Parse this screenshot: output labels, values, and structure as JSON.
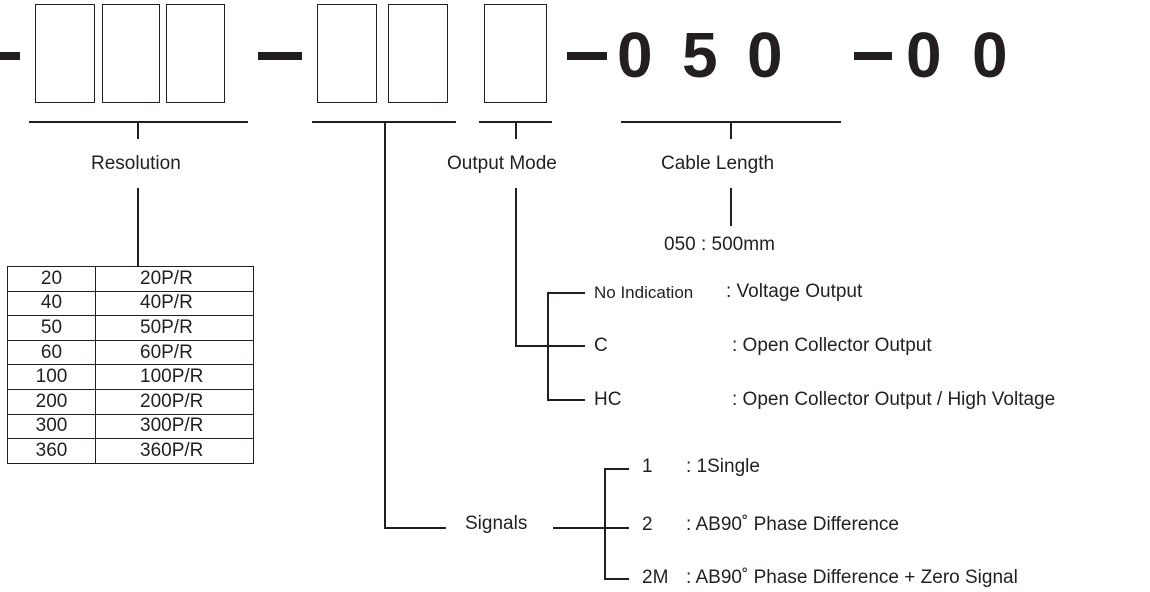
{
  "code": {
    "cable_digits": [
      "0",
      "5",
      "0"
    ],
    "suffix_digits": [
      "0",
      "0"
    ]
  },
  "labels": {
    "resolution": "Resolution",
    "output_mode": "Output Mode",
    "cable_length": "Cable Length",
    "signals": "Signals"
  },
  "cable_length": {
    "option": "050 : 500mm"
  },
  "output_mode_options": [
    {
      "code": "No Indication",
      "desc": ": Voltage Output"
    },
    {
      "code": "C",
      "desc": ": Open Collector Output"
    },
    {
      "code": "HC",
      "desc": ": Open Collector Output / High Voltage"
    }
  ],
  "signal_options": [
    {
      "code": "1",
      "desc": ": 1Single"
    },
    {
      "code": "2",
      "desc": ": AB90˚ Phase Difference"
    },
    {
      "code": "2M",
      "desc": ": AB90˚ Phase Difference + Zero Signal"
    }
  ],
  "resolution_table": [
    {
      "code": "20",
      "value": "20P/R"
    },
    {
      "code": "40",
      "value": "40P/R"
    },
    {
      "code": "50",
      "value": "50P/R"
    },
    {
      "code": "60",
      "value": "60P/R"
    },
    {
      "code": "100",
      "value": "100P/R"
    },
    {
      "code": "200",
      "value": "200P/R"
    },
    {
      "code": "300",
      "value": "300P/R"
    },
    {
      "code": "360",
      "value": "360P/R"
    }
  ]
}
